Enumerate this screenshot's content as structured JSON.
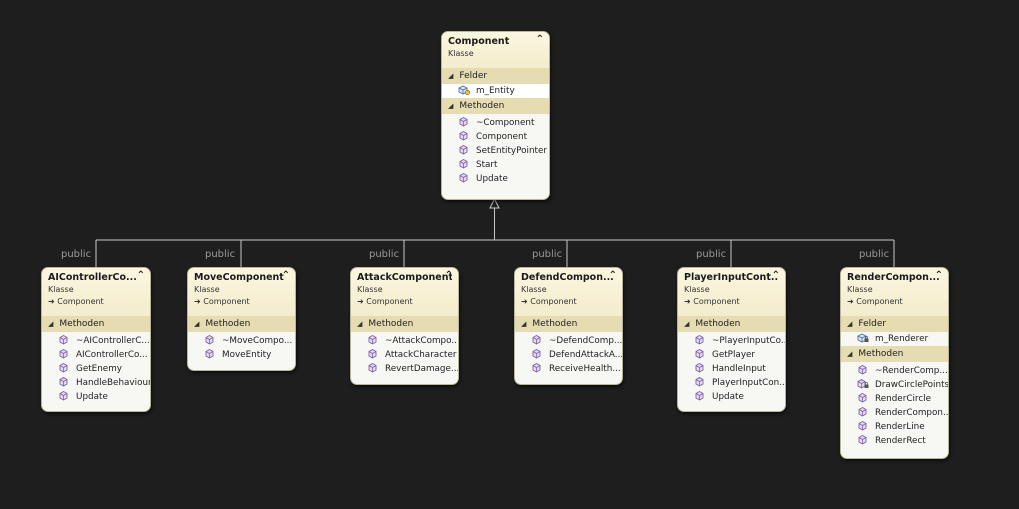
{
  "colors": {
    "background": "#1e1e1e",
    "connector": "#c8c8c8",
    "class_header": "#f3eccd",
    "section_header": "#e6dcb2",
    "method_icon": "#7d5fa8",
    "field_icon": "#4a6fa5"
  },
  "component": {
    "title": "Component",
    "kind": "Klasse",
    "fields_label": "Felder",
    "fields": [
      "m_Entity"
    ],
    "methods_label": "Methoden",
    "methods": [
      "~Component",
      "Component",
      "SetEntityPointer",
      "Start",
      "Update"
    ]
  },
  "subclasses": [
    {
      "title": "AIControllerCo...",
      "kind": "Klasse",
      "base": "Component",
      "public_label": "public",
      "methods_label": "Methoden",
      "methods": [
        "~AIControllerC...",
        "AIControllerCo...",
        "GetEnemy",
        "HandleBehaviour",
        "Update"
      ]
    },
    {
      "title": "MoveComponent",
      "kind": "Klasse",
      "base": "Component",
      "public_label": "public",
      "methods_label": "Methoden",
      "methods": [
        "~MoveCompo...",
        "MoveEntity"
      ]
    },
    {
      "title": "AttackComponent",
      "kind": "Klasse",
      "base": "Component",
      "public_label": "public",
      "methods_label": "Methoden",
      "methods": [
        "~AttackCompo...",
        "AttackCharacter",
        "RevertDamage..."
      ]
    },
    {
      "title": "DefendCompon...",
      "kind": "Klasse",
      "base": "Component",
      "public_label": "public",
      "methods_label": "Methoden",
      "methods": [
        "~DefendComp...",
        "DefendAttackA...",
        "ReceiveHealth..."
      ]
    },
    {
      "title": "PlayerInputCont...",
      "kind": "Klasse",
      "base": "Component",
      "public_label": "public",
      "methods_label": "Methoden",
      "methods": [
        "~PlayerInputCo...",
        "GetPlayer",
        "HandleInput",
        "PlayerInputCon...",
        "Update"
      ]
    },
    {
      "title": "RenderCompon...",
      "kind": "Klasse",
      "base": "Component",
      "public_label": "public",
      "fields_label": "Felder",
      "fields": [
        "m_Renderer"
      ],
      "methods_label": "Methoden",
      "methods": [
        "~RenderComp...",
        "DrawCirclePoints",
        "RenderCircle",
        "RenderCompon...",
        "RenderLine",
        "RenderRect"
      ]
    }
  ]
}
